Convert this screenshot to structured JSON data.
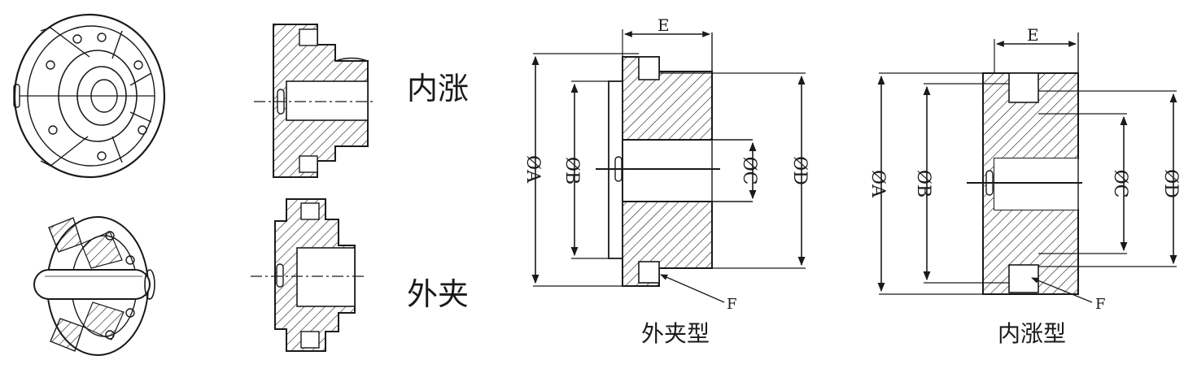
{
  "labels": {
    "expand": "内涨",
    "clamp": "外夹",
    "outer_type": "外夹型",
    "inner_type": "内涨型"
  },
  "dimensions": {
    "e": "E",
    "f": "F",
    "a": "ØA",
    "b": "ØB",
    "c": "ØC",
    "d": "ØD"
  }
}
